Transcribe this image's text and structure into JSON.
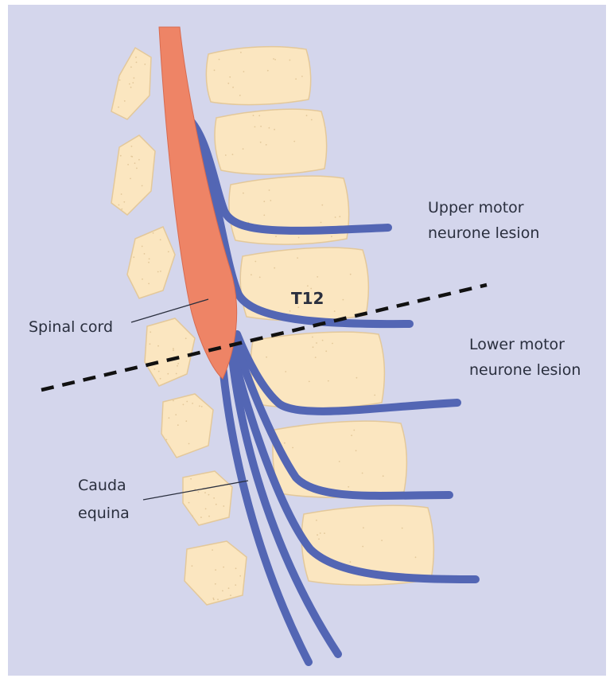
{
  "colors": {
    "background": "#d4d6ec",
    "bone_fill": "#fbe6c0",
    "bone_stroke": "#e3c89a",
    "spinal_cord": "#ee8466",
    "nerve": "#5366b4",
    "nerve_outline": "#3e4f99",
    "lesion_line": "#111111",
    "label_text": "#2a2f3e"
  },
  "labels": {
    "upper_lesion_line1": "Upper motor",
    "upper_lesion_line2": "neurone lesion",
    "lower_lesion_line1": "Lower motor",
    "lower_lesion_line2": "neurone lesion",
    "vertebra_level": "T12",
    "spinal_cord": "Spinal cord",
    "cauda_line1": "Cauda",
    "cauda_line2": "equina"
  }
}
